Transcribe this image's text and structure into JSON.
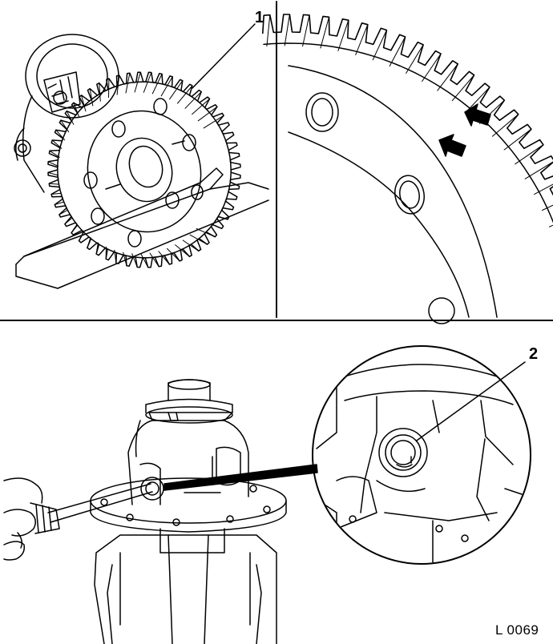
{
  "figure": {
    "panels": [
      {
        "name": "gear-on-differential",
        "callout": "1"
      },
      {
        "name": "gear-teeth-closeup",
        "arrows": 2
      },
      {
        "name": "differential-housing-with-detail",
        "callout": "2"
      }
    ],
    "reference_code": "L 0069"
  },
  "colors": {
    "line": "#000000",
    "background": "#ffffff"
  }
}
